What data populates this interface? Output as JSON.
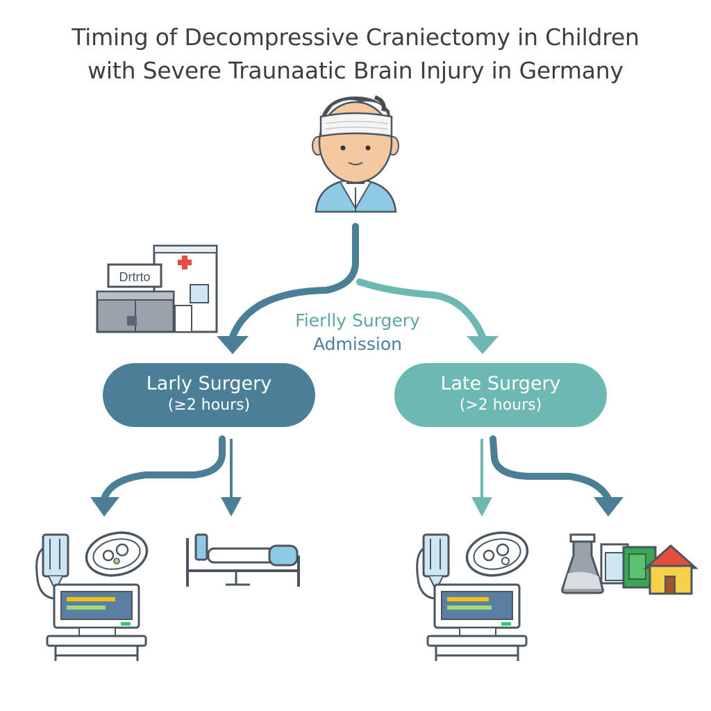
{
  "title": {
    "line1": "Timing of Decompressive Craniectomy in Children",
    "line2": "with Severe Traunaatic Brain Injury in Germany"
  },
  "admission_label": {
    "line1": "Fierlly Surgery",
    "line2": "Admission"
  },
  "hospital_sign": "Drtrto",
  "branches": {
    "early": {
      "label": "Larly Surgery",
      "sub": "(≥2 hours)"
    },
    "late": {
      "label": "Late Surgery",
      "sub": "(>2 hours)"
    }
  },
  "colors": {
    "dark_teal": "#4b7f98",
    "light_teal": "#6db8b2",
    "outline": "#4a5560"
  },
  "icons": [
    "patient-icon",
    "hospital-icon",
    "monitor-icon",
    "scan-icon",
    "hospital-bed-icon",
    "medication-icon",
    "home-icon"
  ]
}
